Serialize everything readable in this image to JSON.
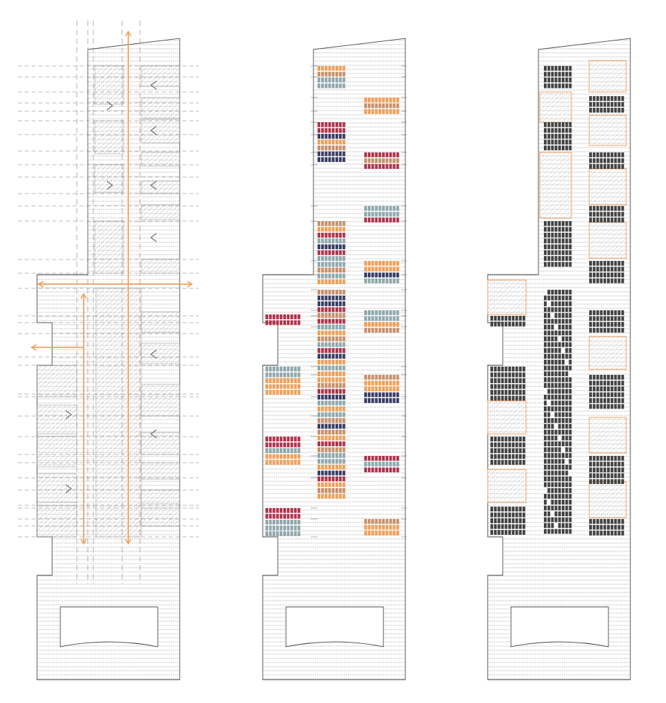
{
  "figure": {
    "panels": [
      {
        "id": "circulation",
        "description_visible": ""
      },
      {
        "id": "program-colored",
        "description_visible": ""
      },
      {
        "id": "program-solid",
        "description_visible": ""
      }
    ]
  },
  "colors": {
    "orange": "#f0a060",
    "lineGray": "#555555",
    "hatchGray": "#9a9a9a",
    "dashGray": "#777777",
    "red": "#b0344c",
    "navy": "#3a3d66",
    "teal": "#8fa8ad",
    "tan": "#c8906a",
    "peach": "#f2a057",
    "dark": "#444444"
  },
  "icons": {
    "arrow": "orange-double-arrow-icon",
    "chevron": "chevron-icon"
  }
}
